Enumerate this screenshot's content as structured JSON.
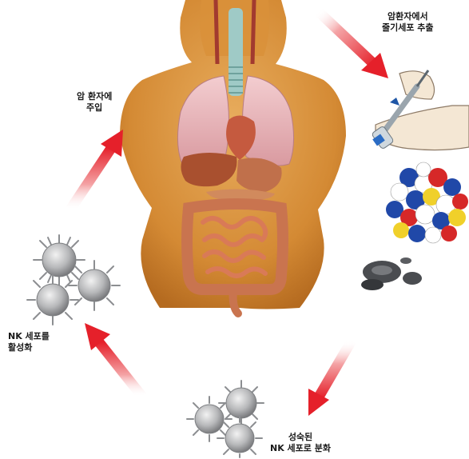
{
  "labels": {
    "extract": {
      "line1": "암환자에서",
      "line2": "줄기세포 추출"
    },
    "inject": {
      "line1": "암 환자에",
      "line2": "주입"
    },
    "activate": {
      "line1": "NK 세포를",
      "line2": "활성화"
    },
    "differentiate": {
      "line1": "성숙된",
      "line2": "NK 세포로 분화"
    }
  },
  "colors": {
    "arrow": "#e5202a",
    "skin": "#d9943f",
    "lung": "#e7b3b7",
    "intestine": "#cd6c4e",
    "cell": "#a7a9ab"
  },
  "icons": [
    "human-body-illustration",
    "syringe-hand-icon",
    "molecule-model-icon",
    "red-blood-cells-icon",
    "nk-cell-icon"
  ]
}
